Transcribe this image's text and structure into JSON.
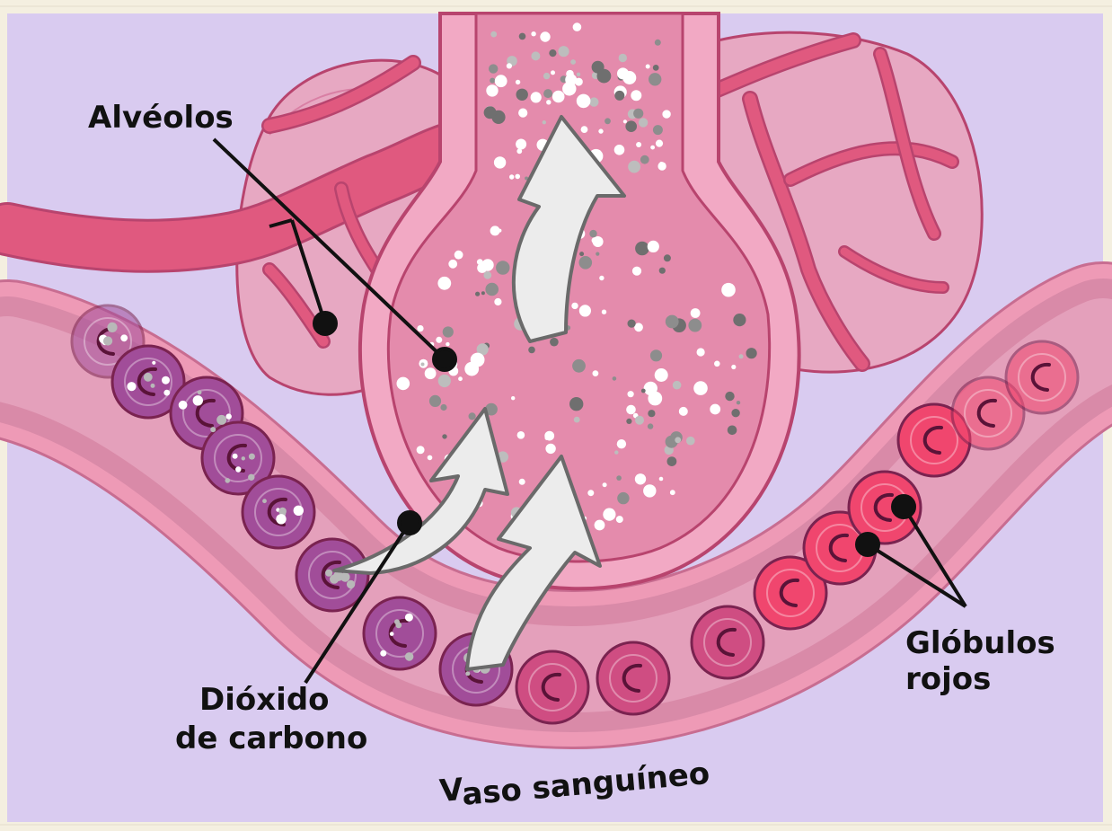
{
  "labels": {
    "alveolos": "Alvéolos",
    "dioxido_line1": "Dióxido",
    "dioxido_line2": "de carbono",
    "globulos_line1": "Glóbulos",
    "globulos_line2": "rojos",
    "vaso_first": "V",
    "vaso_rest": "aso sanguíneo"
  },
  "colors": {
    "background": "#d9cbf0",
    "tissue": "#e48fb0",
    "tissue_dark": "#b8446e",
    "artery": "#e0597f",
    "sac_fill": "#e48bac",
    "vessel_wall": "#ee9ab6",
    "vessel_lumen": "#d98aa8",
    "cell_purple": "#a14d99",
    "cell_pink": "#cf4d82",
    "cell_red": "#f0466e",
    "arrow_fill": "#ececec",
    "arrow_stroke": "#6a6a6a",
    "line": "#111111"
  }
}
